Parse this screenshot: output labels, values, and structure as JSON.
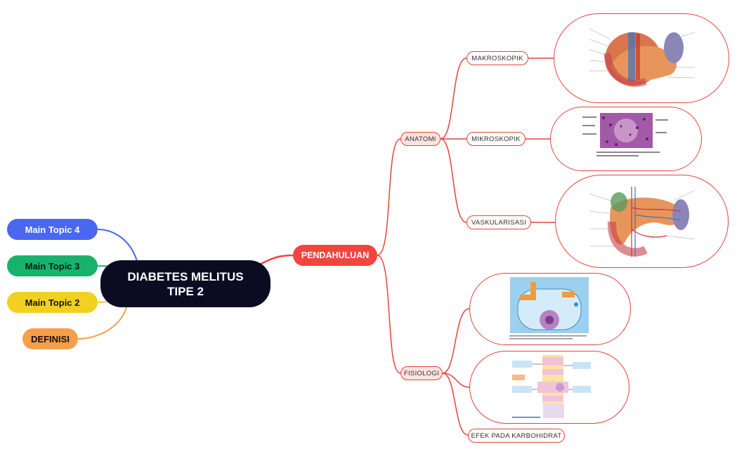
{
  "central": {
    "line1": "DIABETES MELITUS",
    "line2": "TIPE 2"
  },
  "left_topics": {
    "topic4": "Main Topic 4",
    "topic3": "Main Topic 3",
    "topic2": "Main Topic 2",
    "definisi": "DEFINISI"
  },
  "main_branch": "PENDAHULUAN",
  "anatomi": {
    "label": "ANATOMI",
    "children": [
      "MAKROSKOPIK",
      "MIKROSKOPIK",
      "VASKULARISASI"
    ]
  },
  "fisiologi": {
    "label": "FISIOLOGI",
    "children": [
      "EFEK PADA KARBOHIDRAT"
    ]
  },
  "colors": {
    "central": "#0b0b22",
    "topic4": "#4a67f0",
    "topic3": "#17b36c",
    "topic2": "#f2d022",
    "definisi": "#f59f4a",
    "branch": "#e2453a"
  },
  "images": [
    "pancreas-anatomy-image",
    "pancreas-histology-image",
    "pancreas-vasculature-image",
    "islet-cell-diagram-image",
    "insulin-effect-flowchart-image"
  ]
}
